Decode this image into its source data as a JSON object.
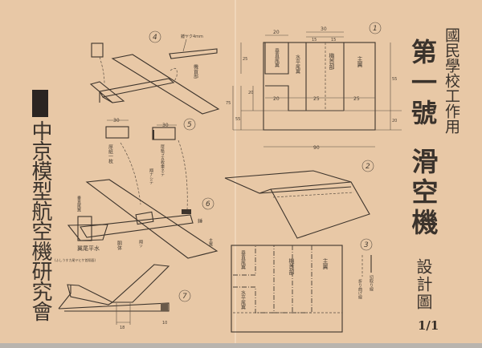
{
  "title": {
    "school_use": "國民學校工作用",
    "number": "第一號",
    "name": "滑空機",
    "drawing": "設計圖",
    "scale": "1/1"
  },
  "publisher": {
    "name": "中京模型航空機研究會",
    "seal": "印"
  },
  "figure_1": {
    "number": "1",
    "parts": [
      "垂直尾翼",
      "水平尾翼",
      "機首部",
      "主翼"
    ],
    "dims_top": [
      "20",
      "30",
      "15",
      "15"
    ],
    "dims_middle": [
      "20",
      "25",
      "25"
    ],
    "dim_bottom": "90",
    "dims_left": [
      "25",
      "75",
      "55",
      "20"
    ],
    "dims_right": [
      "55",
      "20"
    ]
  },
  "figure_2": {
    "number": "2"
  },
  "figure_3": {
    "number": "3",
    "parts": [
      "垂直尾翼",
      "水平尾翼",
      "機首部",
      "主翼"
    ],
    "legend_cut": "切取り線",
    "legend_fold": "折り曲げ線"
  },
  "figure_4": {
    "number": "4",
    "weight_label": "錘ヤク4mm",
    "nose_label": "機首部"
  },
  "figure_5": {
    "number": "5",
    "dim_a": "30",
    "dim_b": "30",
    "label_a": "厚紙一枚",
    "label_b": "厚紙ヲ五枚重ネテ",
    "label_c": "翔ナシテ"
  },
  "figure_6": {
    "number": "6",
    "vertical_tail": "垂直尾翼",
    "weight": "錘",
    "main_wing": "主翼",
    "fuselage": "胴体",
    "horizontal_tail": "翼尾平水",
    "joint": "翔ソ",
    "note": "(ふしうすカ尾ヤヒケ首翔面)"
  },
  "figure_7": {
    "number": "7",
    "dim_a": "18",
    "dim_b": "10"
  }
}
